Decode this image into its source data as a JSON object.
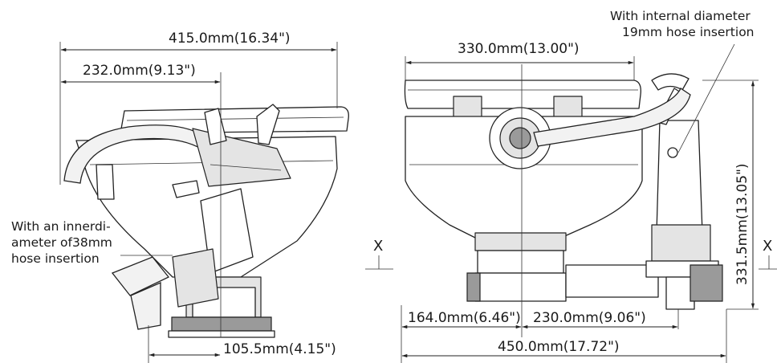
{
  "left_view": {
    "overall_width": "415.0mm(16.34\")",
    "inlet_offset": "232.0mm(9.13\")",
    "outlet_offset": "105.5mm(4.15\")",
    "inlet_note": [
      "With an innerdi-",
      "ameter of38mm",
      "hose insertion"
    ],
    "height_marker": "X"
  },
  "right_view": {
    "seat_width": "330.0mm(13.00\")",
    "overall_height": "331.5mm(13.05\")",
    "base_left": "164.0mm(6.46\")",
    "base_right": "230.0mm(9.06\")",
    "overall_width": "450.0mm(17.72\")",
    "hose_note": [
      "With internal diameter",
      "19mm hose insertion"
    ],
    "height_marker": "X"
  }
}
